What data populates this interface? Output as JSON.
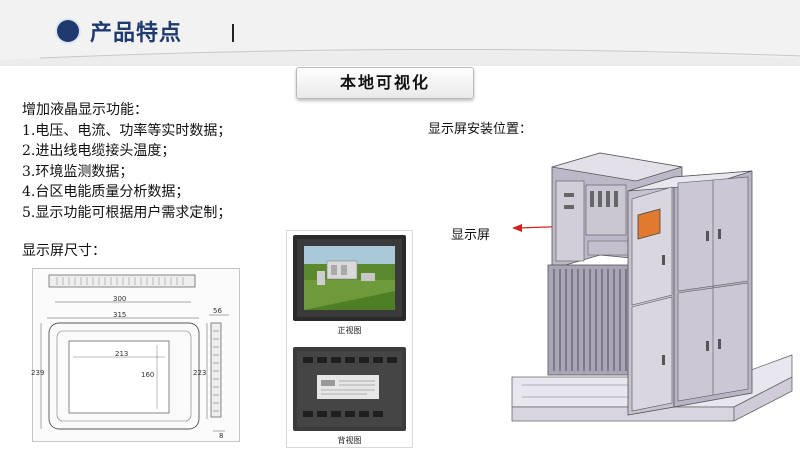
{
  "header": {
    "title": "产品特点"
  },
  "section_title": "本地可视化",
  "features": {
    "intro": "增加液晶显示功能：",
    "items": [
      "1.电压、电流、功率等实时数据；",
      "2.进出线电缆接头温度；",
      "3.环境监测数据；",
      "4.台区电能质量分析数据；",
      "5.显示功能可根据用户需求定制；"
    ]
  },
  "size_label": "显示屏尺寸：",
  "install_label": "显示屏安装位置：",
  "screen_label": "显示屏",
  "drawing": {
    "dimensions": [
      "300",
      "315",
      "56",
      "213",
      "160",
      "239",
      "223",
      "8"
    ]
  },
  "photos": {
    "front_caption": "正视图",
    "back_caption": "背视图"
  },
  "colors": {
    "header_accent": "#1f3a6e",
    "arrow": "#d62020",
    "cabinet_body": "#b6b2c0",
    "cabinet_door": "#d6d3dc"
  }
}
